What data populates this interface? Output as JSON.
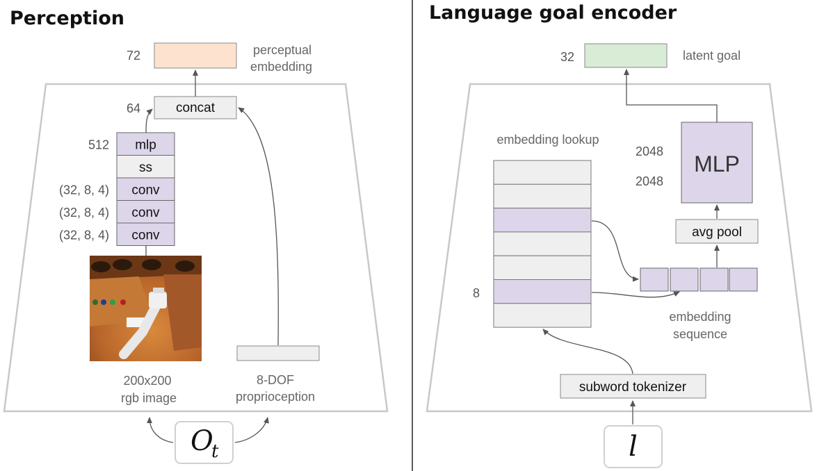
{
  "perception": {
    "title": "Perception",
    "output_dim": "72",
    "output_label_line1": "perceptual",
    "output_label_line2": "embedding",
    "concat_dim": "64",
    "concat_label": "concat",
    "stack": [
      {
        "dim": "512",
        "label": "mlp",
        "color": "#ddd6ea"
      },
      {
        "dim": "",
        "label": "ss",
        "color": "#efefef"
      },
      {
        "dim": "(32, 8, 4)",
        "label": "conv",
        "color": "#ddd6ea"
      },
      {
        "dim": "(32, 8, 4)",
        "label": "conv",
        "color": "#ddd6ea"
      },
      {
        "dim": "(32, 8, 4)",
        "label": "conv",
        "color": "#ddd6ea"
      }
    ],
    "image_label_line1": "200x200",
    "image_label_line2": "rgb image",
    "proprio_label_line1": "8-DOF",
    "proprio_label_line2": "proprioception",
    "input_symbol": "O",
    "input_subscript": "t",
    "colors": {
      "output": "#fde3cf",
      "box": "#efefef",
      "purple": "#ddd6ea"
    }
  },
  "language": {
    "title": "Language goal encoder",
    "output_dim": "32",
    "output_label": "latent  goal",
    "mlp_label": "MLP",
    "mlp_dim1": "2048",
    "mlp_dim2": "2048",
    "pool_label": "avg pool",
    "lookup_label": "embedding lookup",
    "lookup_dim": "8",
    "lookup_rows": [
      "plain",
      "plain",
      "highlight",
      "plain",
      "plain",
      "highlight",
      "plain"
    ],
    "sequence_label_line1": "embedding",
    "sequence_label_line2": "sequence",
    "tokenizer_label": "subword tokenizer",
    "input_symbol": "l",
    "colors": {
      "output": "#d9ecd6",
      "purple": "#ddd6ea"
    }
  }
}
